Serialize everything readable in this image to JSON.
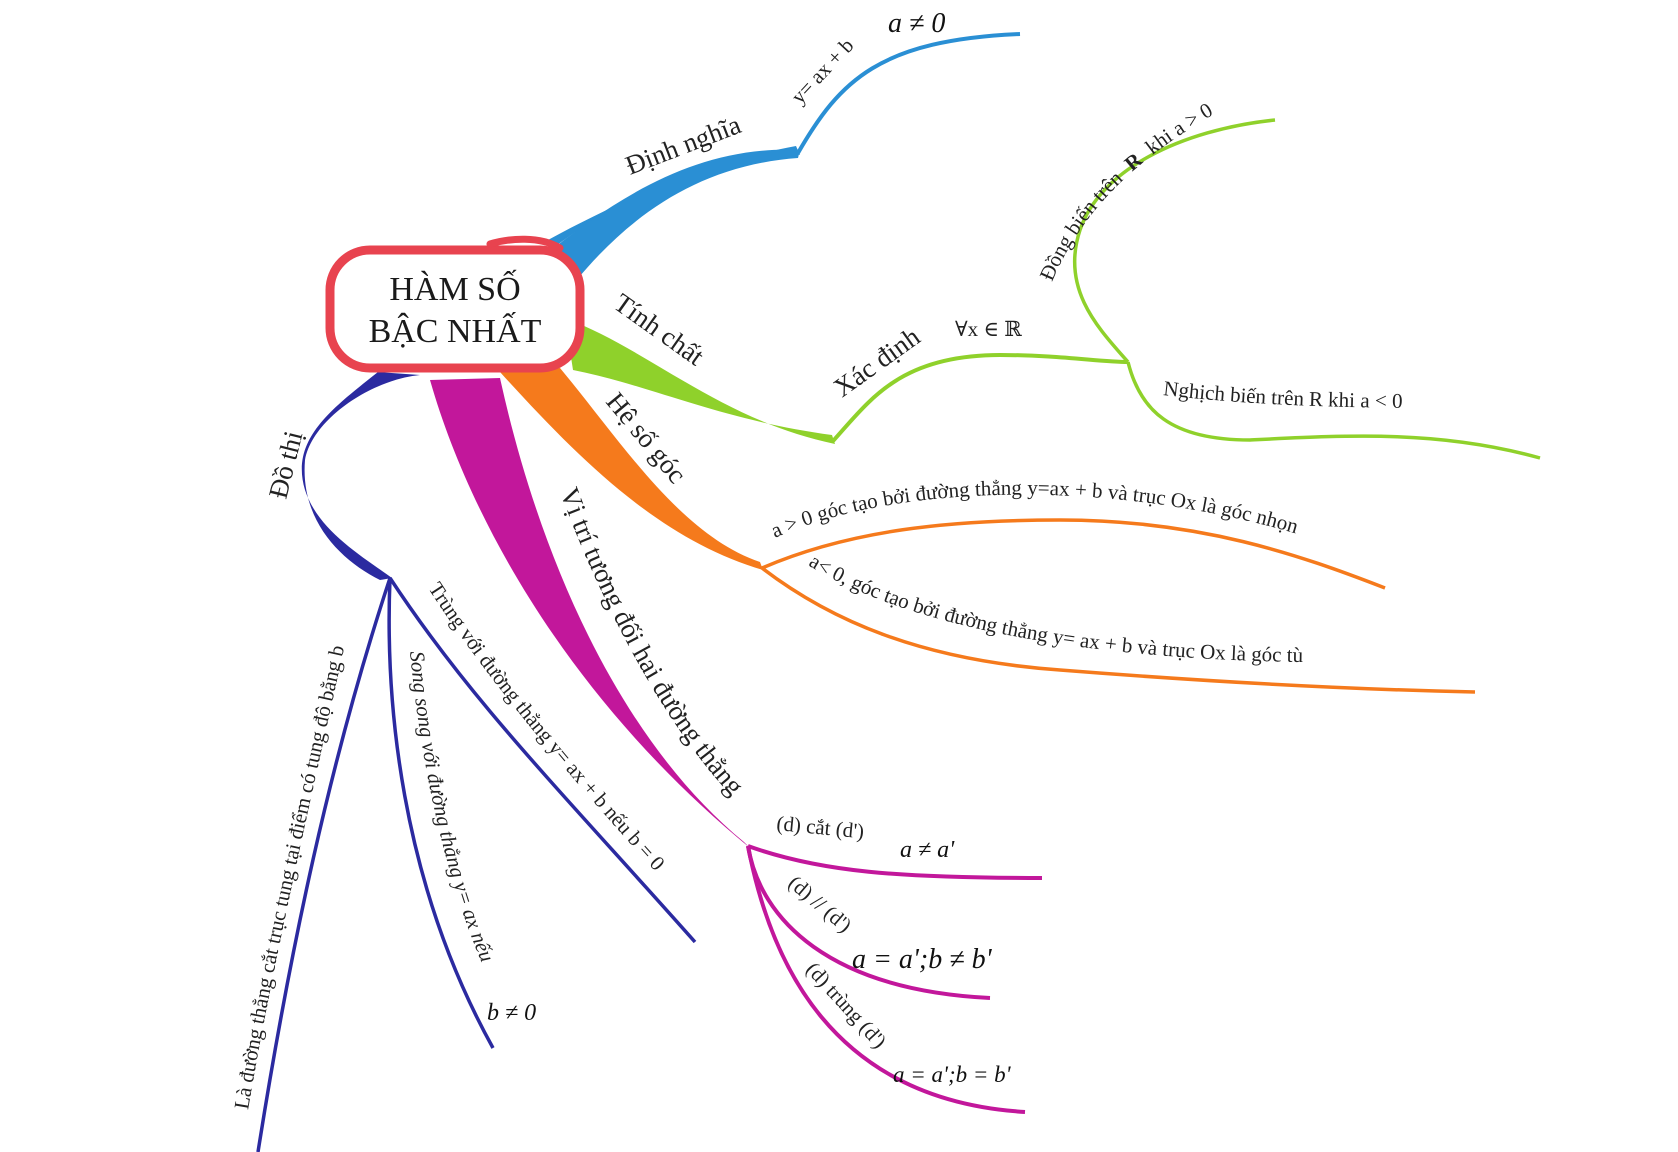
{
  "center": {
    "line1": "HÀM SỐ",
    "line2": "BẬC NHẤT",
    "border_color": "#e8434f"
  },
  "colors": {
    "dinh_nghia": "#2a8fd4",
    "tinh_chat": "#8fd12b",
    "he_so_goc": "#f57a1c",
    "vi_tri": "#c2179b",
    "do_thi": "#2b2aa0"
  },
  "branches": {
    "dinh_nghia": {
      "label": "Định nghĩa",
      "formula": "y= ax + b",
      "condition": "a ≠ 0"
    },
    "tinh_chat": {
      "label": "Tính chất",
      "xac_dinh": "Xác định",
      "xac_dinh_value": "∀x ∈ ℝ",
      "dong_bien": "Đồng biến trên",
      "dong_bien_bold": "R",
      "dong_bien_cond": "khi a > 0",
      "nghich_bien": "Nghịch biến trên R khi a < 0"
    },
    "he_so_goc": {
      "label": "Hệ số góc",
      "positive": "a > 0 góc tạo bởi đường thẳng y=ax + b và trục Ox là góc nhọn",
      "negative": "a< 0, góc tạo bởi đường thẳng y= ax + b và trục Ox là góc tù"
    },
    "vi_tri": {
      "label": "Vị trí tương đối hai đường thẳng",
      "cat": "(d) cắt (d')",
      "cat_cond": "a ≠ a'",
      "song_song": "(d) // (d')",
      "song_song_cond": "a = a';b ≠ b'",
      "trung": "(d) trùng (d')",
      "trung_cond": "a = a';b = b'"
    },
    "do_thi": {
      "label": "Đồ thị",
      "cat_truc_tung": "Là đường thẳng cắt trục tung tại điểm có tung độ bằng b",
      "song_song": "Song song với đường thẳng y= ax nếu",
      "song_song_cond": "b ≠ 0",
      "trung": "Trùng với đường thẳng y= ax + b nếu b = 0"
    }
  }
}
